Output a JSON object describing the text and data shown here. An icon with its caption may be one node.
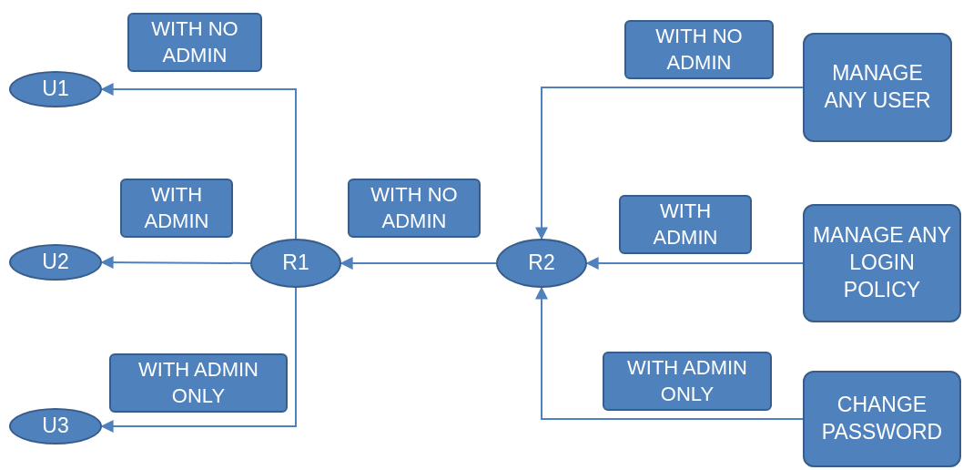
{
  "diagram": {
    "nodes": [
      {
        "text": [
          "U1"
        ]
      },
      {
        "text": [
          "U2"
        ]
      },
      {
        "text": [
          "U3"
        ]
      },
      {
        "text": [
          "R1"
        ]
      },
      {
        "text": [
          "R2"
        ]
      },
      {
        "text": [
          "MANAGE ANY USER"
        ]
      },
      {
        "text": [
          "MANAGE ANY LOGIN POLICY"
        ]
      },
      {
        "text": [
          "CHANGE PASSWORD"
        ]
      }
    ],
    "edges": [
      {
        "from": 3,
        "to": 0,
        "arrow": "to",
        "label": "WITH NO ADMIN"
      },
      {
        "from": 3,
        "to": 1,
        "arrow": "to",
        "label": "WITH ADMIN"
      },
      {
        "from": 3,
        "to": 2,
        "arrow": "to",
        "label": "WITH ADMIN ONLY"
      },
      {
        "from": 4,
        "to": 3,
        "arrow": "to",
        "label": "WITH NO ADMIN"
      },
      {
        "from": 5,
        "to": 4,
        "arrow": "to",
        "label": "WITH NO ADMIN"
      },
      {
        "from": 6,
        "to": 4,
        "arrow": "to",
        "label": "WITH ADMIN"
      },
      {
        "from": 7,
        "to": 4,
        "arrow": "to",
        "label": "WITH ADMIN ONLY"
      }
    ]
  }
}
